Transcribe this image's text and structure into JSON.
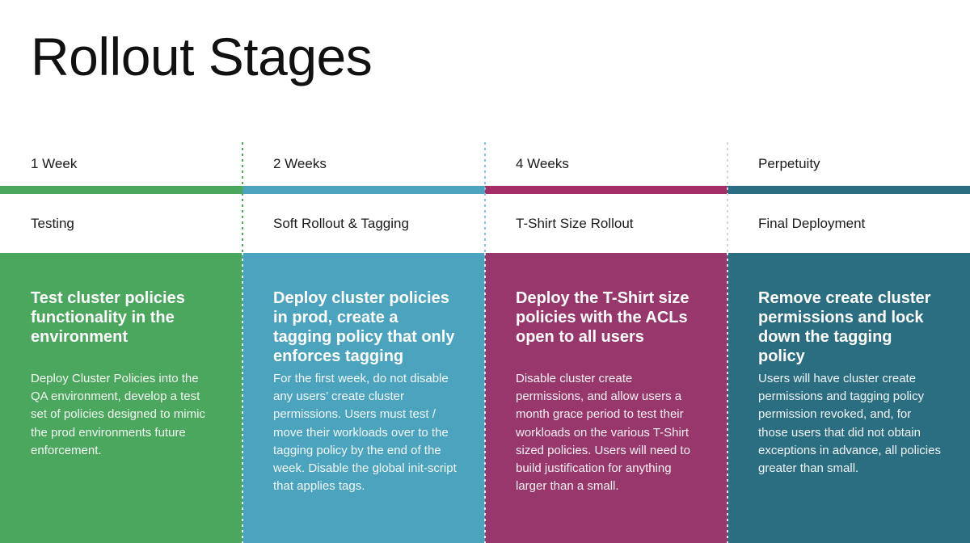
{
  "page": {
    "title": "Rollout Stages",
    "background": "#ffffff",
    "text_color": "#1b1b1b"
  },
  "columns": [
    {
      "duration": "1 Week",
      "stage_name": "Testing",
      "heading": "Test cluster policies functionality in the environment",
      "body": "Deploy Cluster Policies into the QA environment, develop a test set of policies designed to mimic the prod environments future enforcement.",
      "color": "#4CA75E",
      "bar_color": "#4CA75E",
      "divider_color": "#4CA75E"
    },
    {
      "duration": "2 Weeks",
      "stage_name": "Soft Rollout & Tagging",
      "heading": "Deploy cluster policies in prod, create a tagging policy that only enforces tagging",
      "body": "For the first week, do not disable any users’ create cluster permissions. Users must test / move their workloads over to the tagging policy by the end of the week. Disable the global init-script that applies tags.",
      "color": "#4BA3BE",
      "bar_color": "#4BA3BE",
      "divider_color": "#7ec5d8"
    },
    {
      "duration": "4 Weeks",
      "stage_name": "T-Shirt Size Rollout",
      "heading": "Deploy the T-Shirt size policies with the ACLs open to all users",
      "body": "Disable cluster create permissions, and allow users a month grace period to test their workloads on the various T-Shirt sized policies. Users will need to build justification for anything larger than a small.",
      "color": "#98376B",
      "bar_color": "#A62E68",
      "divider_color": "#d6d6d6"
    },
    {
      "duration": "Perpetuity",
      "stage_name": "Final Deployment",
      "heading": "Remove create cluster permissions and lock down the tagging policy",
      "body": "Users will have cluster create permissions and tagging policy permission revoked, and, for those users that did not obtain exceptions in advance, all policies greater than small.",
      "color": "#2C6E81",
      "bar_color": "#2C6E81",
      "divider_color": "#d6d6d6"
    }
  ]
}
